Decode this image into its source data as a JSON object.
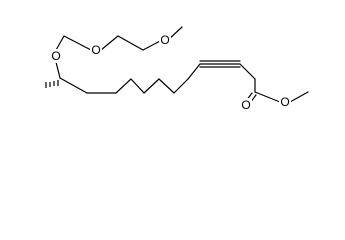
{
  "molecule": {
    "atoms": {
      "o_ether_chiral": "O",
      "o_acetal": "O",
      "o_methoxy": "O",
      "o_carbonyl": "O",
      "o_ester": "O"
    },
    "colors": {
      "bond": "#000000",
      "label": "#000000",
      "background": "#ffffff"
    }
  }
}
